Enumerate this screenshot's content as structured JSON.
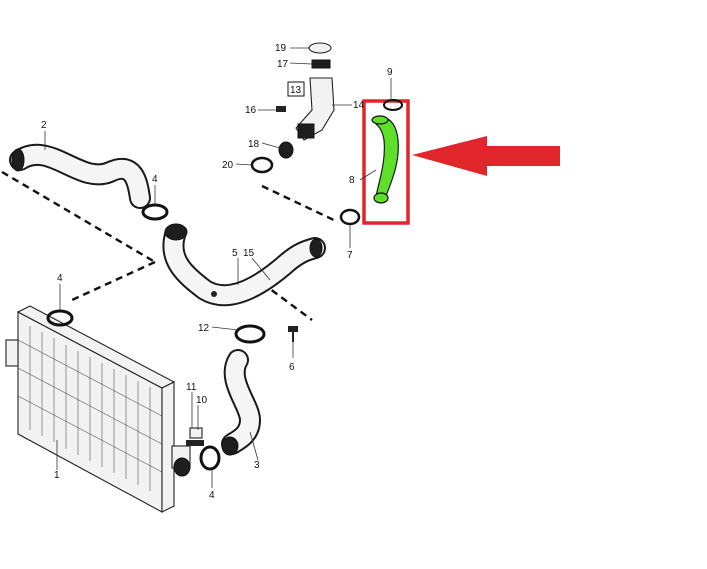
{
  "labels": {
    "p1": "1",
    "p2": "2",
    "p3": "3",
    "p4a": "4",
    "p4b": "4",
    "p4c": "4",
    "p5": "5",
    "p15": "15",
    "p6": "6",
    "p7": "7",
    "p8": "8",
    "p9": "9",
    "p10": "10",
    "p11": "11",
    "p12": "12",
    "p13": "13",
    "p14": "14",
    "p16": "16",
    "p17": "17",
    "p18": "18",
    "p19": "19",
    "p20": "20"
  },
  "colors": {
    "highlight_box": "#e0262b",
    "highlight_part": "#5ee02a",
    "arrow": "#e0262b"
  }
}
